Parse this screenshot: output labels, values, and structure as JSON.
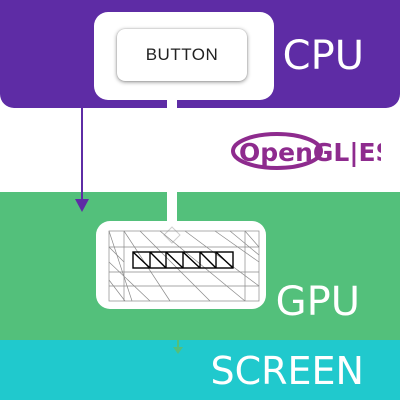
{
  "labels": {
    "cpu": "CPU",
    "gpu": "GPU",
    "screen": "SCREEN",
    "button": "BUTTON",
    "opengl": "OpenGL|ES"
  },
  "colors": {
    "cpu_band": "#5e2ca5",
    "gpu_band": "#53c07b",
    "screen_band": "#20c9cd",
    "opengl_accent": "#8e2b8e"
  }
}
